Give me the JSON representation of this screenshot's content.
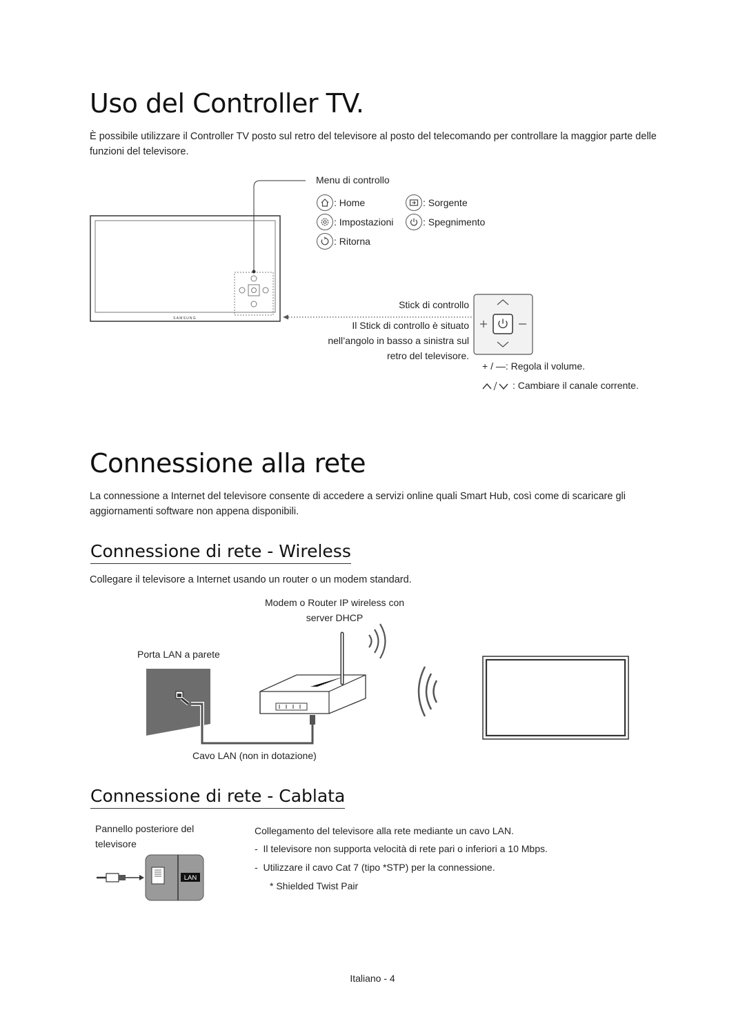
{
  "section1": {
    "title": "Uso del Controller TV.",
    "intro": "È possibile utilizzare il Controller TV posto sul retro del televisore al posto del telecomando per controllare la maggior parte delle funzioni del televisore.",
    "tv_brand": "SAMSUNG",
    "menu": {
      "heading": "Menu di controllo",
      "home": ": Home",
      "source": ": Sorgente",
      "settings": ": Impostazioni",
      "power_off": ": Spegnimento",
      "return": ": Ritorna"
    },
    "stick": {
      "heading": "Stick di controllo",
      "desc_pre": "Il ",
      "desc_bold": "Stick di controllo",
      "desc_post": " è situato",
      "desc_line2": "nell’angolo in basso a sinistra sul",
      "desc_line3": "retro del televisore.",
      "volume_symbols": "+ / —",
      "volume": ": Regola il volume.",
      "channel": ": Cambiare il canale corrente."
    }
  },
  "section2": {
    "title": "Connessione alla rete",
    "intro": "La connessione a Internet del televisore consente di accedere a servizi online quali Smart Hub, così come di scaricare gli aggiornamenti software non appena disponibili."
  },
  "wireless": {
    "title": "Connessione di rete - Wireless",
    "desc": "Collegare il televisore a Internet usando un router o un modem standard.",
    "router_label_1": "Modem o Router IP wireless con",
    "router_label_2": "server DHCP",
    "wall_label": "Porta LAN a parete",
    "cable_label": "Cavo LAN (non in dotazione)"
  },
  "wired": {
    "title": "Connessione di rete - Cablata",
    "panel_label_1": "Pannello posteriore del",
    "panel_label_2": "televisore",
    "port_label": "LAN",
    "desc": "Collegamento del televisore alla rete mediante un cavo LAN.",
    "bullets": [
      "Il televisore non supporta velocità di rete pari o inferiori a 10 Mbps.",
      "Utilizzare il cavo Cat 7 (tipo *STP) per la connessione."
    ],
    "footnote": "* Shielded Twist Pair"
  },
  "footer": {
    "page": "Italiano - 4"
  }
}
